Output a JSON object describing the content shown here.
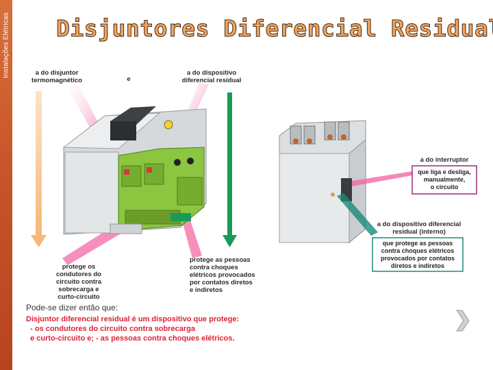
{
  "sidebar": {
    "label": "Instalações Elétricas"
  },
  "page": {
    "title": "Disjuntores Diferencial Residual"
  },
  "left_figure": {
    "label_top_left": "a do disjuntor\ntermomagnético",
    "label_top_connector": "e",
    "label_top_right": "a do dispositivo\ndiferencial residual",
    "label_bottom_left": "protege os\ncondutores do\ncircuito contra\nsobrecarga e\ncurto-circuito",
    "label_bottom_right": "protege as pessoas\ncontra choques\nelétricos provocados\npor contatos diretos\ne indiretos",
    "summary_intro": "Pode-se dizer então que:",
    "summary_body": "Disjuntor diferencial residual é um dispositivo que protege:\n  - os condutores do circuito contra sobrecarga\n  e curto-circuito e; - as pessoas contra choques elétricos."
  },
  "right_figure": {
    "label_switch": "a do interruptor",
    "box_switch": "que liga e desliga,\nmanualmente,\no circuito",
    "label_device": "a do dispositivo diferencial\nresidual (interno)",
    "box_device": "que protege as pessoas\ncontra choques elétricos\nprovocados por contatos\ndiretos e indiretos"
  },
  "colors": {
    "sidebar": "#c8552a",
    "title_fill": "#f6a25a",
    "summary_text": "#e02035",
    "pointer_pink": "#f26aa6",
    "arrow_peach": "#f8c58a",
    "arrow_green": "#1a9a58",
    "device_green": "#8cc540",
    "box_border_purple": "#9a2a7a",
    "box_border_teal": "#1a8a7a"
  },
  "icons": {
    "next": "chevron-right-icon"
  }
}
